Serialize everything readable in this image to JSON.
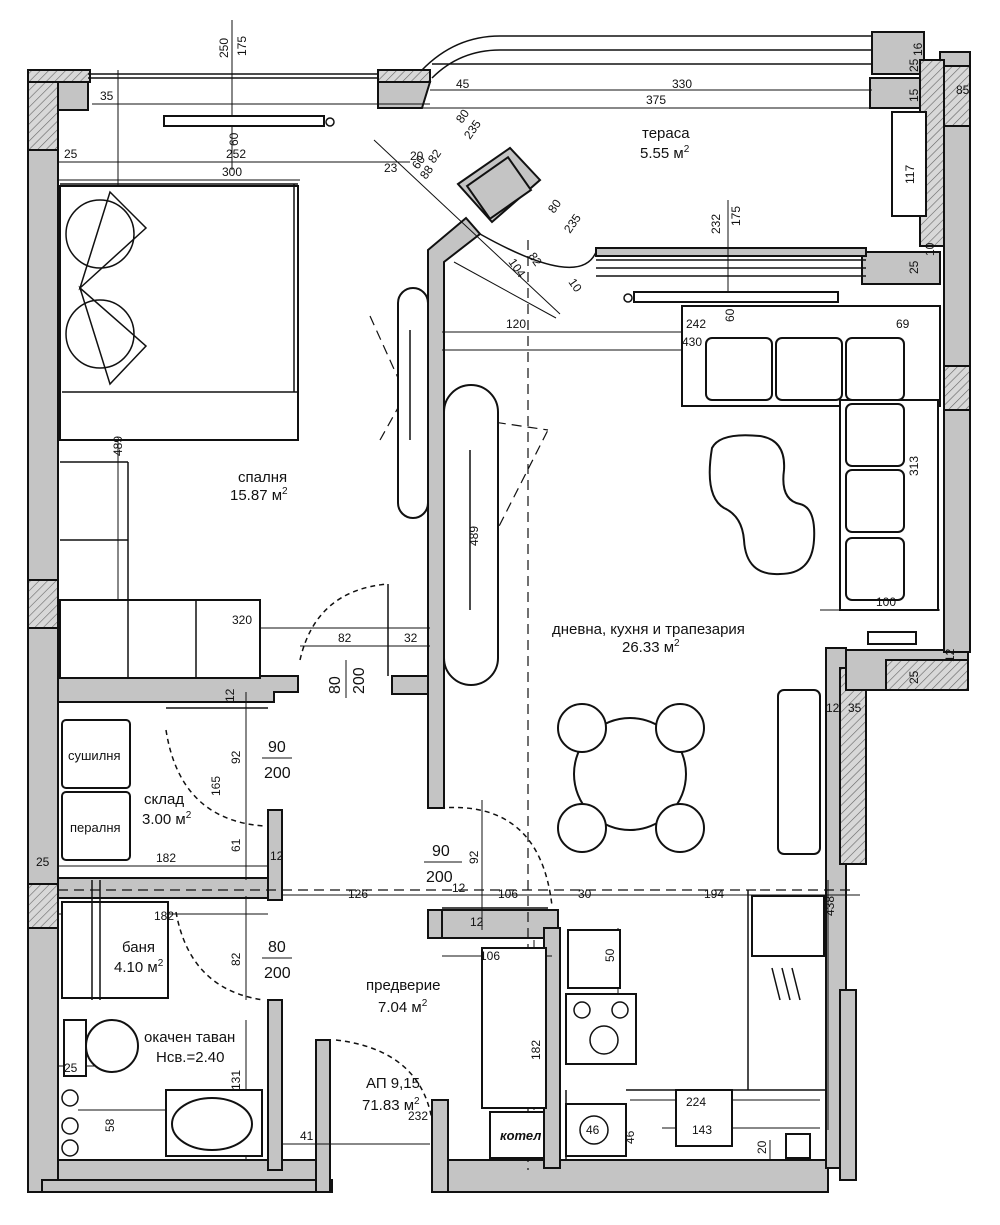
{
  "rooms": {
    "bedroom": {
      "name": "спалня",
      "area": "15.87 м",
      "sup": "2"
    },
    "living": {
      "name": "дневна, кухня и трапезария",
      "area": "26.33 м",
      "sup": "2"
    },
    "terrace": {
      "name": "тераса",
      "area": "5.55 м",
      "sup": "2"
    },
    "storage": {
      "name": "склад",
      "area": "3.00 м",
      "sup": "2"
    },
    "bath": {
      "name": "баня",
      "area": "4.10 м",
      "sup": "2"
    },
    "hall": {
      "name": "предверие",
      "area": "7.04 м",
      "sup": "2"
    }
  },
  "apartment": {
    "name": "АП 9,15",
    "area": "71.83 м",
    "sup": "2"
  },
  "ceiling": {
    "line1": "окачен таван",
    "line2": "Нсв.=2.40"
  },
  "appliances": {
    "dryer": "сушилня",
    "washer": "пералня",
    "boiler": "котел"
  },
  "doors": {
    "bedroom": {
      "w": "80",
      "h": "200"
    },
    "storage": {
      "w": "90",
      "h": "200"
    },
    "living": {
      "w": "90",
      "h": "200"
    },
    "bath": {
      "w": "80",
      "h": "200"
    }
  },
  "dims": {
    "d250": "250",
    "d175a": "175",
    "d35": "35",
    "d45": "45",
    "d330": "330",
    "d375": "375",
    "d60a": "60",
    "d252": "252",
    "d25a": "25",
    "d300": "300",
    "d23": "23",
    "d20": "20",
    "d80a": "80",
    "d235a": "235",
    "d82a": "82",
    "d60b": "60",
    "d88": "88",
    "d80b": "80",
    "d235b": "235",
    "d232a": "232",
    "d175b": "175",
    "d82b": "82",
    "d104": "104",
    "d10a": "10",
    "d16": "16",
    "d25b": "25",
    "d15": "15",
    "d85": "85",
    "d117": "117",
    "d10b": "10",
    "d25c": "25",
    "d120": "120",
    "d242": "242",
    "d60c": "60",
    "d69": "69",
    "d430": "430",
    "d313": "313",
    "d489a": "489",
    "d489b": "489",
    "d100": "100",
    "d12a": "12",
    "d25d": "25",
    "d320": "320",
    "d82c": "82",
    "d32": "32",
    "d12b": "12",
    "d35b": "35",
    "d12c": "12",
    "d92a": "92",
    "d165": "165",
    "d61": "61",
    "d12d": "12",
    "d182a": "182",
    "d25e": "25",
    "d92b": "92",
    "d126": "126",
    "d12e": "12",
    "d106a": "106",
    "d30": "30",
    "d194": "194",
    "d438": "438",
    "d182b": "182",
    "d12f": "12",
    "d82d": "82",
    "d106b": "106",
    "d50": "50",
    "d182c": "182",
    "d25f": "25",
    "d131": "131",
    "d58": "58",
    "d41": "41",
    "d232b": "232",
    "d224": "224",
    "d143": "143",
    "d46a": "46",
    "d46b": "46",
    "d20b": "20"
  }
}
